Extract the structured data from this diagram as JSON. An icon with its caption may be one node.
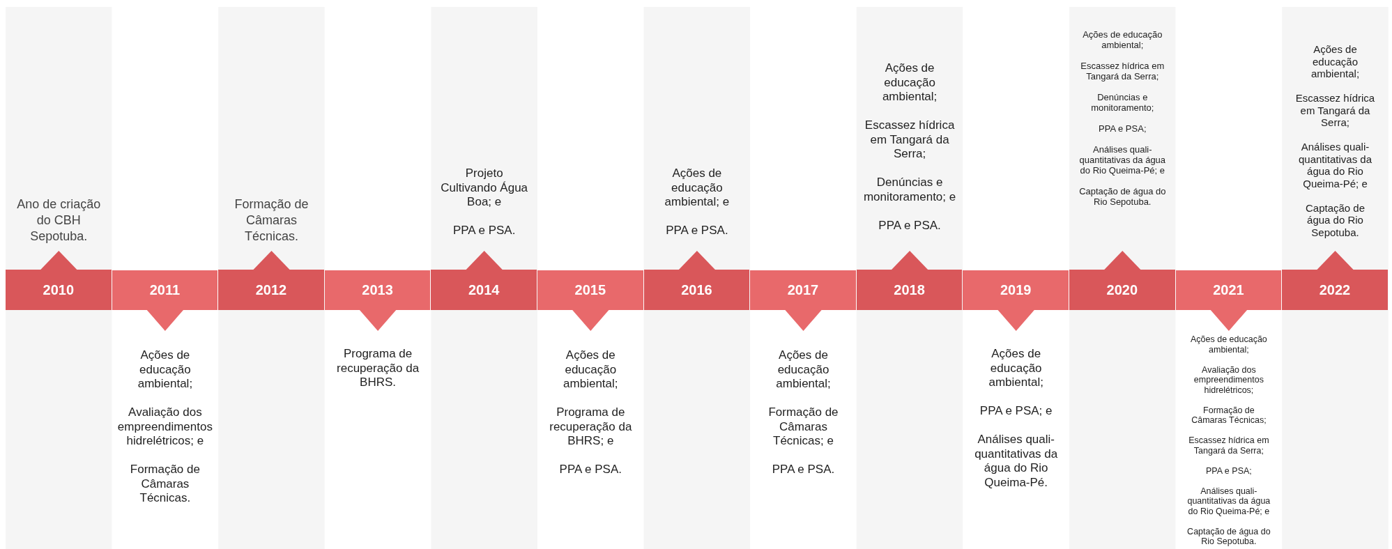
{
  "diagram": {
    "nodes": [
      {
        "text": [
          "2010"
        ],
        "beside": [
          "Ano de criação do CBH Sepotuba."
        ]
      },
      {
        "text": [
          "2011"
        ],
        "beside": [
          "Ações de educação ambiental;",
          "Avaliação dos empreendimentos hidrelétricos; e",
          "Formação de Câmaras Técnicas."
        ]
      },
      {
        "text": [
          "2012"
        ],
        "beside": [
          "Formação de Câmaras Técnicas."
        ]
      },
      {
        "text": [
          "2013"
        ],
        "beside": [
          "Programa de recuperação da BHRS."
        ]
      },
      {
        "text": [
          "2014"
        ],
        "beside": [
          "Projeto Cultivando Água Boa; e",
          "PPA e PSA."
        ]
      },
      {
        "text": [
          "2015"
        ],
        "beside": [
          "Ações de educação ambiental;",
          "Programa de recuperação da BHRS; e",
          "PPA e PSA."
        ]
      },
      {
        "text": [
          "2016"
        ],
        "beside": [
          "Ações de educação ambiental; e",
          "PPA e PSA."
        ]
      },
      {
        "text": [
          "2017"
        ],
        "beside": [
          "Ações de educação ambiental;",
          "Formação de Câmaras Técnicas; e",
          "PPA e PSA."
        ]
      },
      {
        "text": [
          "2018"
        ],
        "beside": [
          "Ações de educação ambiental;",
          "Escassez hídrica em Tangará da Serra;",
          "Denúncias e monitoramento; e",
          "PPA e PSA."
        ]
      },
      {
        "text": [
          "2019"
        ],
        "beside": [
          "Ações de educação ambiental;",
          "PPA e PSA; e",
          "Análises quali-quantitativas da água do Rio Queima-Pé."
        ]
      },
      {
        "text": [
          "2020"
        ],
        "beside": [
          "Ações de educação ambiental;",
          "Escassez hídrica em Tangará da Serra;",
          "Denúncias e monitoramento;",
          "PPA e PSA;",
          "Análises quali-quantitativas da água do Rio Queima-Pé; e",
          "Captação de água do Rio Sepotuba."
        ]
      },
      {
        "text": [
          "2021"
        ],
        "beside": [
          "Ações de educação ambiental;",
          "Avaliação dos empreendimentos hidrelétricos;",
          "Formação de Câmaras Técnicas;",
          "Escassez hídrica em Tangará da Serra;",
          "PPA e PSA;",
          "Análises quali-quantitativas da água do Rio Queima-Pé; e",
          "Captação de água do Rio Sepotuba."
        ]
      },
      {
        "text": [
          "2022"
        ],
        "beside": [
          "Ações de educação ambiental;",
          "Escassez hídrica em Tangará da Serra;",
          "Análises quali-quantitativas da água do Rio Queima-Pé; e",
          "Captação de água do Rio Sepotuba."
        ]
      }
    ]
  }
}
